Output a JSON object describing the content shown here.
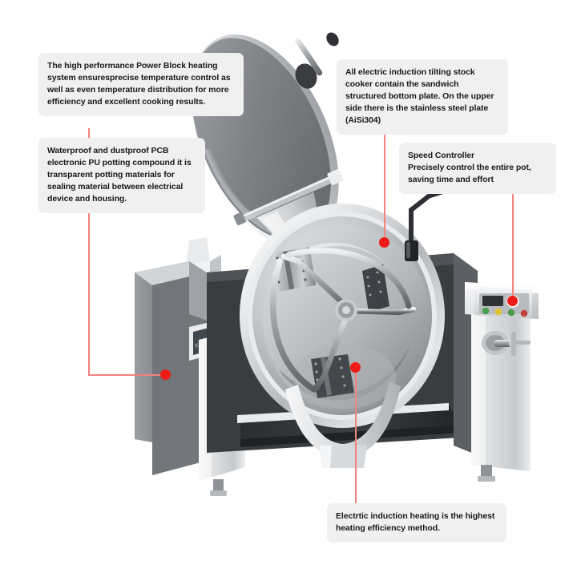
{
  "meta": {
    "subject": "All electric induction tilting stock cooker (kettle pot with mixer)",
    "background_color": "#ffffff",
    "callout_box_color": "#f0f0f0",
    "leader_line_color": "#f4827e",
    "dot_color": "#ee1c16"
  },
  "callouts": [
    {
      "id": "power-block",
      "text": "The high performance Power Block heating system ensuresprecise temperature control as well as even temperature distribution for more efficiency and excellent cooking results."
    },
    {
      "id": "pcb-potting",
      "text": "Waterproof and dustproof PCB electronic PU potting compound it is transparent potting materials for sealing material between electrical device and housing."
    },
    {
      "id": "sandwich-plate",
      "text": "All electric induction tilting stock cooker contain the sandwich structured bottom plate. On the upper side there is the stainless steel plate (AiSi304)"
    },
    {
      "id": "speed-controller",
      "title": "Speed Controller",
      "text": "Precisely control the entire pot, saving time and effort"
    },
    {
      "id": "induction-heating",
      "text": "Electrtic induction heating is the highest heating efficiency method."
    }
  ],
  "machine": {
    "nameplate_label": "Kettle pot with Mix",
    "control_panel": {
      "display_value": "",
      "buttons": [
        {
          "name": "button-green-1",
          "color": "#4a9b4f"
        },
        {
          "name": "button-yellow",
          "color": "#ddc233"
        },
        {
          "name": "button-green-2",
          "color": "#4a9b4f"
        },
        {
          "name": "button-red",
          "color": "#c0403a"
        }
      ],
      "indicator_color": "#f2f2f2"
    },
    "parts": [
      {
        "name": "lid",
        "label": "Hinged tilting lid"
      },
      {
        "name": "lid-handle",
        "label": "Lid handle"
      },
      {
        "name": "pot-bowl",
        "label": "Stainless steel pot bowl"
      },
      {
        "name": "agitator",
        "label": "Mixing agitator / scraper"
      },
      {
        "name": "water-faucet",
        "label": "Water faucet"
      },
      {
        "name": "tilt-handwheel",
        "label": "Tilting handwheel"
      },
      {
        "name": "left-column",
        "label": "Left support column"
      },
      {
        "name": "right-column",
        "label": "Right support column"
      },
      {
        "name": "adjustable-foot-left",
        "label": "Adjustable foot"
      },
      {
        "name": "adjustable-foot-right",
        "label": "Adjustable foot"
      }
    ]
  }
}
